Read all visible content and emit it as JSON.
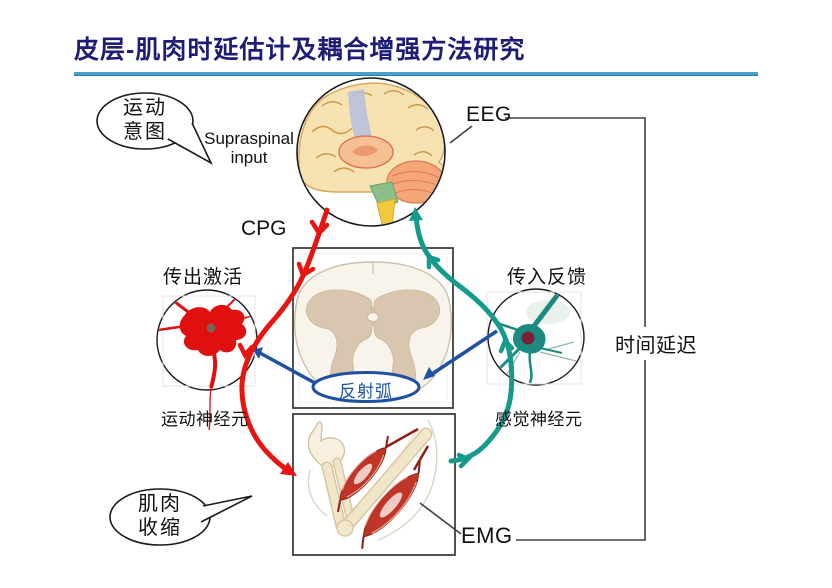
{
  "header": {
    "title": "皮层-肌肉时延估计及耦合增强方法研究",
    "title_color": "#1d1d78",
    "underline_color": "#4da0cc"
  },
  "bubbles": {
    "motor_intent": {
      "line1": "运动",
      "line2": "意图"
    },
    "muscle_contraction": {
      "line1": "肌肉",
      "line2": "收缩"
    }
  },
  "labels": {
    "supraspinal_1": "Supraspinal",
    "supraspinal_2": "input",
    "eeg": "EEG",
    "emg": "EMG",
    "cpg": "CPG",
    "efferent_activation": "传出激活",
    "afferent_feedback": "传入反馈",
    "motor_neuron": "运动神经元",
    "sensory_neuron": "感觉神经元",
    "time_delay": "时间延迟",
    "reflex_arc": "反射弧"
  },
  "colors": {
    "efferent_arrow": "#e8140f",
    "afferent_arrow": "#149b8d",
    "reflex_arrow": "#1f51a3",
    "box_outline": "#3f3f3f"
  }
}
